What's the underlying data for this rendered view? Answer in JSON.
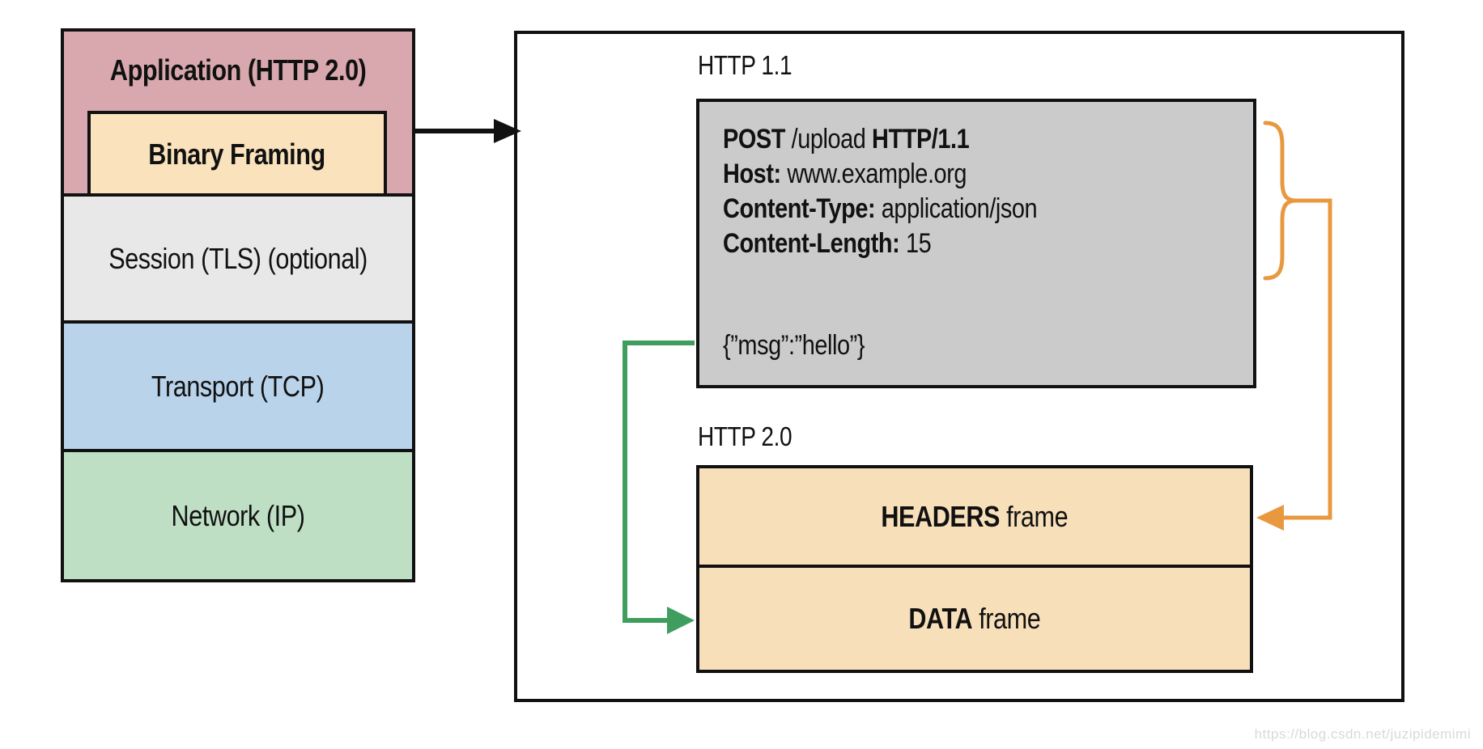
{
  "colors": {
    "application": "#d8a8ae",
    "binary_framing": "#fae2bc",
    "session": "#e8e8e8",
    "transport": "#b9d3ea",
    "network": "#bfdfc5",
    "request_box": "#cbcbcb",
    "frames_box": "#f7dfba",
    "arrow_black": "#111111",
    "arrow_green": "#3f9e5e",
    "arrow_orange": "#e8993f",
    "watermark": "#d9d9d9"
  },
  "stack": {
    "application_label": "Application (HTTP 2.0)",
    "binary_framing_label": "Binary Framing",
    "session_label": "Session (TLS) (optional)",
    "transport_label": "Transport (TCP)",
    "network_label": "Network (IP)"
  },
  "panel": {
    "http11_label": "HTTP 1.1",
    "http20_label": "HTTP 2.0",
    "request": {
      "method": "POST",
      "path_segment": " /upload ",
      "version": "HTTP/1.1",
      "host_key": "Host:",
      "host_value": " www.example.org",
      "content_type_key": "Content-Type:",
      "content_type_value": " application/json",
      "content_length_key": "Content-Length:",
      "content_length_value": " 15",
      "body": "{”msg”:”hello”}"
    },
    "frames": {
      "headers_key": "HEADERS",
      "headers_suffix": " frame",
      "data_key": "DATA",
      "data_suffix": " frame"
    }
  },
  "watermark": "https://blog.csdn.net/juzipidemimi"
}
